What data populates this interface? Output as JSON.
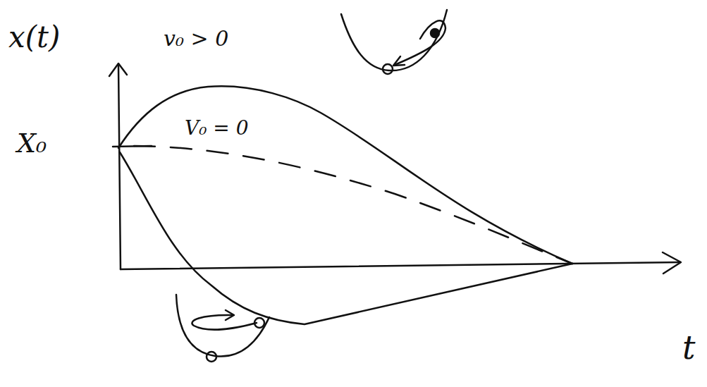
{
  "diagram": {
    "labels": [
      "x(t)",
      "v₀ > 0",
      "X₀",
      "V₀ = 0",
      "t"
    ]
  }
}
